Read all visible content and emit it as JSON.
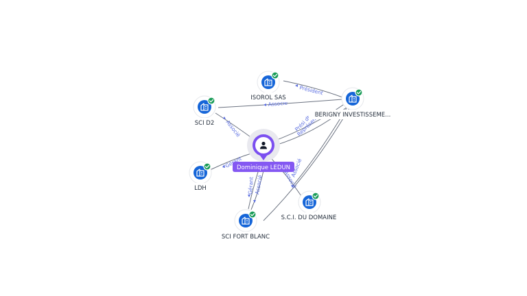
{
  "person": {
    "name": "Dominique LEDUN",
    "icon": "person-icon"
  },
  "companies": [
    {
      "id": "isorol",
      "label": "ISOROL SAS",
      "icon": "building-icon",
      "verified": true
    },
    {
      "id": "berigny",
      "label": "BERIGNY INVESTISSEME...",
      "icon": "building-icon",
      "verified": true
    },
    {
      "id": "scid2",
      "label": "SCI D2",
      "icon": "building-icon",
      "verified": true
    },
    {
      "id": "ldh",
      "label": "LDH",
      "icon": "building-icon",
      "verified": true
    },
    {
      "id": "scifort",
      "label": "SCI FORT BLANC",
      "icon": "building-icon",
      "verified": true
    },
    {
      "id": "scidomaine",
      "label": "S.C.I. DU DOMAINE",
      "icon": "building-icon",
      "verified": true
    }
  ],
  "relations": [
    {
      "from": "berigny",
      "to": "isorol",
      "label": "Président"
    },
    {
      "from": "berigny",
      "to": "scid2",
      "label": "Associé"
    },
    {
      "from": "person",
      "to": "scid2",
      "label": "Associé"
    },
    {
      "from": "person",
      "to": "berigny",
      "label": "Prési dt"
    },
    {
      "from": "person",
      "to": "berigny",
      "label": "Représent"
    },
    {
      "from": "person",
      "to": "ldh",
      "label": "Gérant"
    },
    {
      "from": "person",
      "to": "scifort",
      "label": "Gérant"
    },
    {
      "from": "person",
      "to": "scifort",
      "label": "Associé"
    },
    {
      "from": "berigny",
      "to": "scidomaine",
      "label": "Associé"
    },
    {
      "from": "person",
      "to": "scidomaine",
      "label": "Associé"
    }
  ],
  "colors": {
    "company": "#1565d8",
    "verified": "#1a9c58",
    "person": "#7b4ff0",
    "person_label": "#8458f2",
    "relation_text": "#5b6ee1"
  }
}
